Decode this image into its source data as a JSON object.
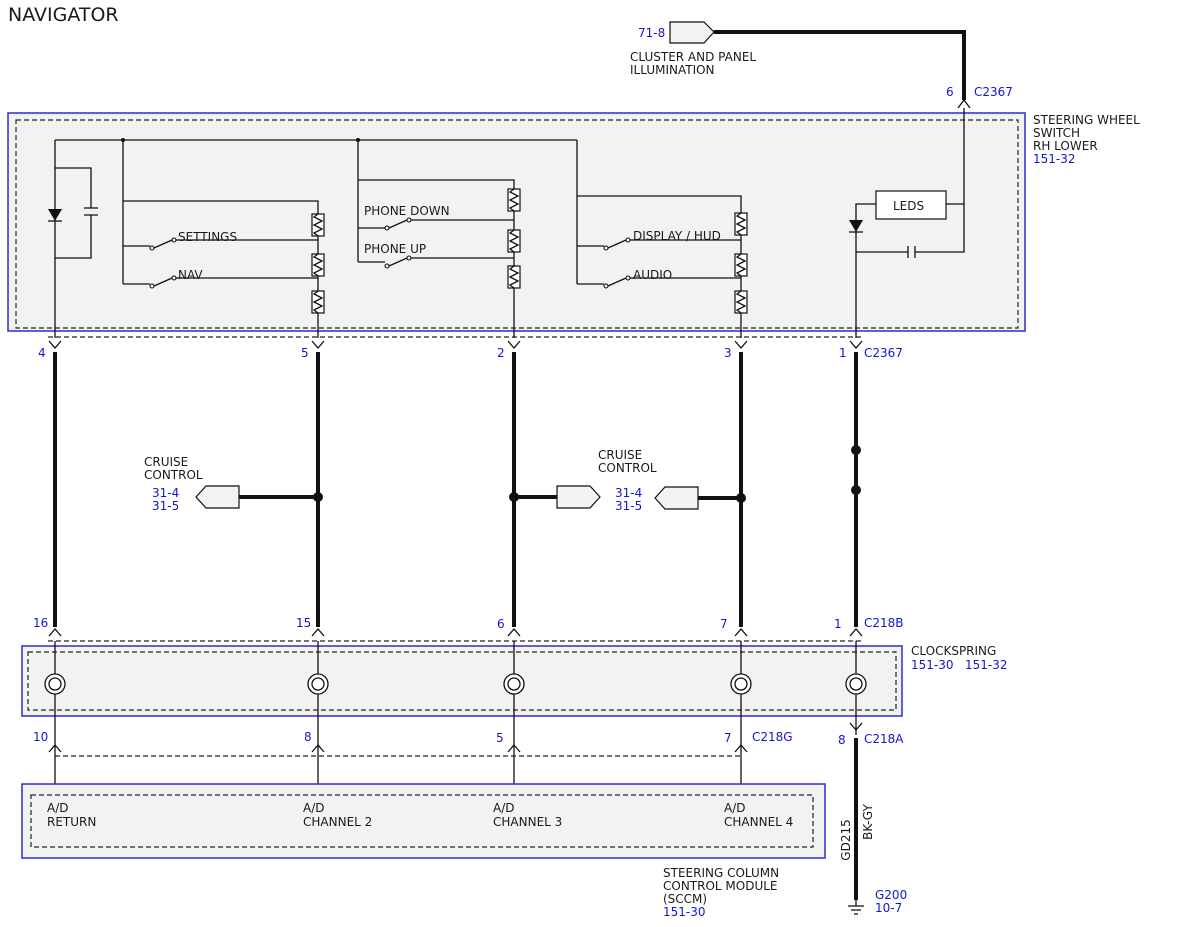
{
  "title": "NAVIGATOR",
  "colors": {
    "ref": "#1515d0",
    "box_border": "#2b2bd6",
    "wire": "#111111",
    "box_fill": "#f2f2f2"
  },
  "illumination": {
    "ref": "71-8",
    "label_line1": "CLUSTER AND PANEL",
    "label_line2": "ILLUMINATION"
  },
  "switch_module": {
    "label_line1": "STEERING WHEEL",
    "label_line2": "SWITCH",
    "label_line3": "RH LOWER",
    "ref": "151-32",
    "connector": "C2367",
    "top_pin": "6",
    "switches": [
      "SETTINGS",
      "NAV",
      "PHONE DOWN",
      "PHONE UP",
      "DISPLAY / HUD",
      "AUDIO"
    ],
    "leds_label": "LEDS",
    "bottom_pins": [
      "4",
      "5",
      "2",
      "3",
      "1"
    ]
  },
  "cruise_control": {
    "label_line1": "CRUISE",
    "label_line2": "CONTROL",
    "ref1": "31-4",
    "ref2": "31-5"
  },
  "clockspring": {
    "label": "CLOCKSPRING",
    "ref1": "151-30",
    "ref2": "151-32",
    "top_connector": "C218B",
    "top_pins": [
      "16",
      "15",
      "6",
      "7",
      "1"
    ],
    "bottom_connector_g": "C218G",
    "bottom_connector_a": "C218A",
    "bottom_pins": [
      "10",
      "8",
      "5",
      "7",
      "8"
    ]
  },
  "sccm": {
    "label_line1": "STEERING COLUMN",
    "label_line2": "CONTROL MODULE",
    "label_line3": "(SCCM)",
    "ref": "151-30",
    "inputs": [
      {
        "line1": "A/D",
        "line2": "RETURN"
      },
      {
        "line1": "A/D",
        "line2": "CHANNEL 2"
      },
      {
        "line1": "A/D",
        "line2": "CHANNEL 3"
      },
      {
        "line1": "A/D",
        "line2": "CHANNEL 4"
      }
    ]
  },
  "ground": {
    "circuit": "GD215",
    "color_code": "BK-GY",
    "name": "G200",
    "ref": "10-7"
  }
}
